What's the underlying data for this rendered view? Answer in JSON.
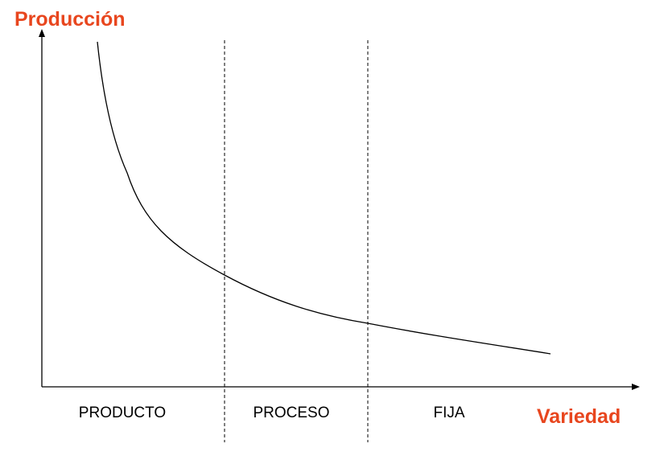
{
  "axes": {
    "y_label": "Producción",
    "x_label": "Variedad"
  },
  "zones": [
    {
      "label": "PRODUCTO"
    },
    {
      "label": "PROCESO"
    },
    {
      "label": "FIJA"
    }
  ],
  "colors": {
    "accent": "#e8461e",
    "line": "#000000",
    "background": "#ffffff"
  }
}
